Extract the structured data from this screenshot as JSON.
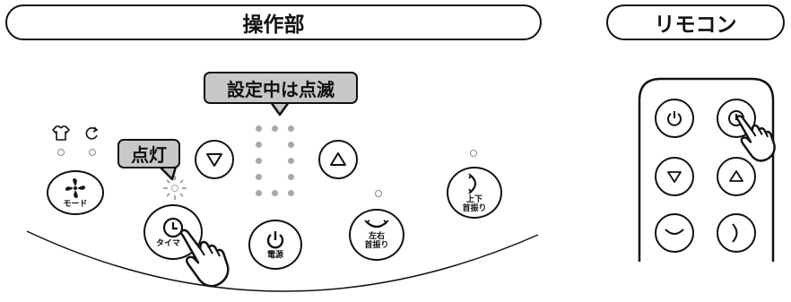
{
  "header": {
    "panel_title": "操作部",
    "remote_title": "リモコン"
  },
  "callouts": {
    "blink": "設定中は点滅",
    "lit": "点灯"
  },
  "panel": {
    "mode_label": "モード",
    "timer_label": "タイマ",
    "power_label": "電源",
    "horizontal_swing_label": "左右\n首振り",
    "vertical_swing_label": "上下\n首振り"
  },
  "icons": {
    "mode_indicators": [
      "shirt-icon",
      "refresh-icon"
    ],
    "mode_button": "fan-icon",
    "timer_button": "clock-icon",
    "power_button": "power-icon",
    "down_button": "triangle-down-icon",
    "up_button": "triangle-up-icon",
    "horizontal_swing_button": "arc-arrow-horizontal-icon",
    "vertical_swing_button": "arc-arrow-vertical-icon",
    "pointer": "pointing-hand-icon"
  }
}
